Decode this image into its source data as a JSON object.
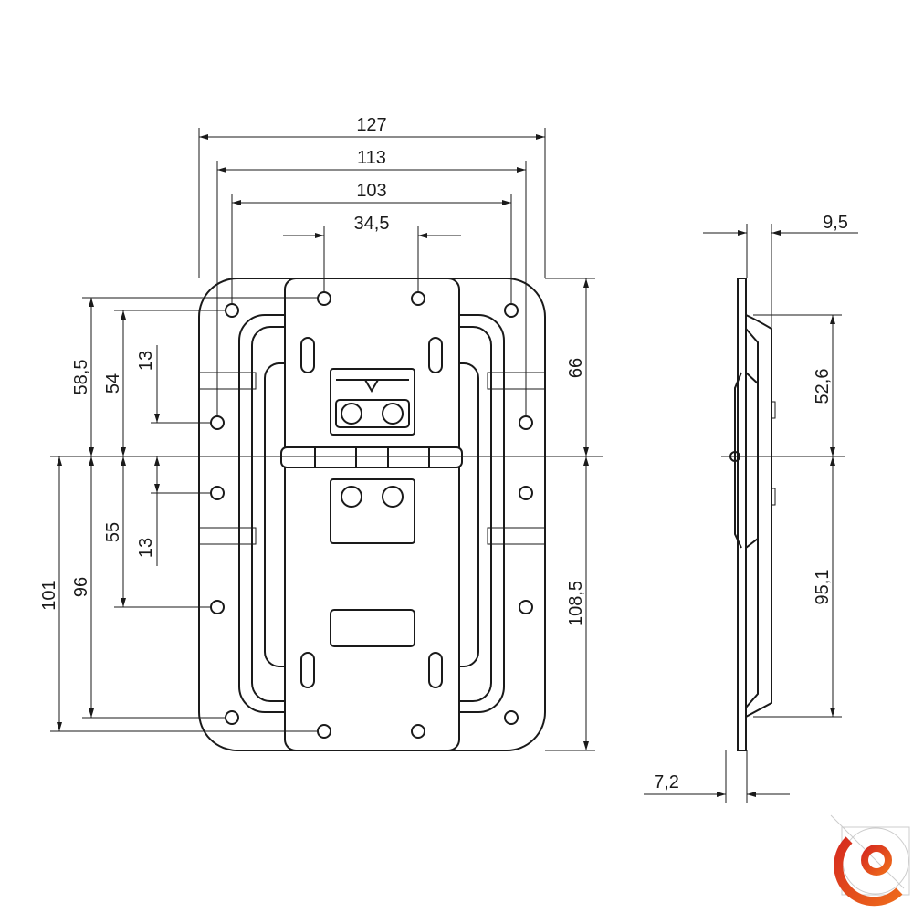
{
  "drawing": {
    "title": "Recessed butterfly latch technical drawing",
    "dimensions": {
      "width_overall": "127",
      "width_holes_outer": "113",
      "width_holes_inner": "103",
      "width_center_holes": "34,5",
      "height_upper_left": "58,5",
      "height_upper_holes": "54",
      "offset_upper": "13",
      "offset_lower": "13",
      "height_lower_holes": "55",
      "height_lower_total": "101",
      "height_lower_outer": "96",
      "height_upper_right": "66",
      "height_lower_right": "108,5",
      "side_depth": "9,5",
      "side_upper": "52,6",
      "side_lower": "95,1",
      "side_plate": "7,2"
    },
    "logo": {
      "primary_color": "#d62b1f",
      "secondary_color": "#ee6a1b"
    }
  }
}
